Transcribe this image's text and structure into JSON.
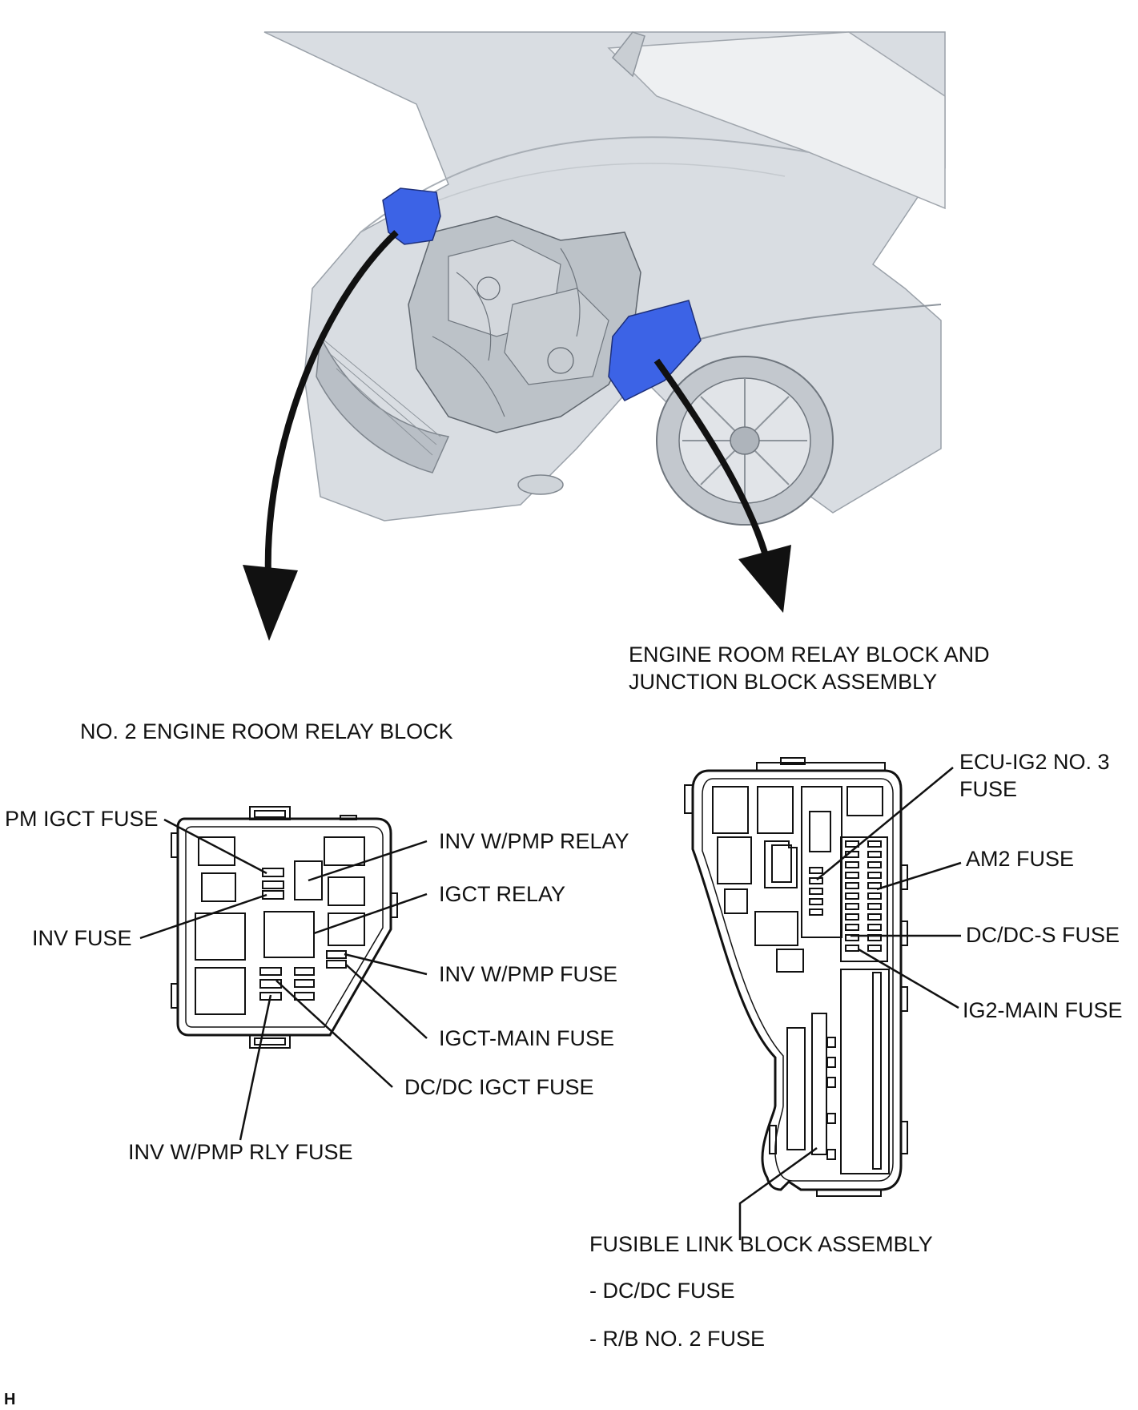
{
  "colors": {
    "highlight": "#3c63e6",
    "line": "#111111",
    "car_body": "#d9dde2",
    "car_shade": "#b9bfc6"
  },
  "header": {
    "engine_room_block_title_line1": "ENGINE ROOM RELAY BLOCK AND",
    "engine_room_block_title_line2": "JUNCTION BLOCK ASSEMBLY",
    "no2_block_title": "NO. 2 ENGINE ROOM RELAY BLOCK"
  },
  "no2_block": {
    "labels": {
      "pm_igct_fuse": "PM IGCT FUSE",
      "inv_fuse": "INV FUSE",
      "inv_wpmp_relay": "INV W/PMP RELAY",
      "igct_relay": "IGCT RELAY",
      "inv_wpmp_fuse": "INV W/PMP FUSE",
      "igct_main_fuse": "IGCT-MAIN FUSE",
      "dcdc_igct_fuse": "DC/DC IGCT FUSE",
      "inv_wpmp_rly_fuse": "INV W/PMP RLY FUSE"
    }
  },
  "junction_block": {
    "labels": {
      "ecu_ig2_line1": "ECU-IG2 NO. 3",
      "ecu_ig2_line2": "FUSE",
      "am2_fuse": "AM2 FUSE",
      "dcdc_s_fuse": "DC/DC-S FUSE",
      "ig2_main_fuse": "IG2-MAIN FUSE"
    },
    "fusible_link": {
      "title": "FUSIBLE LINK BLOCK ASSEMBLY",
      "items": [
        "- DC/DC FUSE",
        "- R/B NO. 2 FUSE"
      ]
    }
  },
  "corner_mark": "H"
}
